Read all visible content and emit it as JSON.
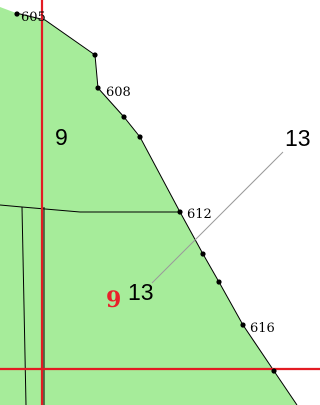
{
  "colors": {
    "parcel_fill": "#a6ec9a",
    "boundary": "#000000",
    "grid_line": "#e31b23",
    "leader_line": "#9a9a9a",
    "highlight_label": "#e8202a"
  },
  "points": [
    {
      "id": "605",
      "label": "605"
    },
    {
      "id": "608",
      "label": "608"
    },
    {
      "id": "612",
      "label": "612"
    },
    {
      "id": "616",
      "label": "616"
    }
  ],
  "parcels": [
    {
      "id": "parcel-upper",
      "label": "9"
    },
    {
      "id": "parcel-lower",
      "label": "13"
    }
  ],
  "callout": {
    "label": "13"
  },
  "highlight": {
    "label": "9"
  }
}
